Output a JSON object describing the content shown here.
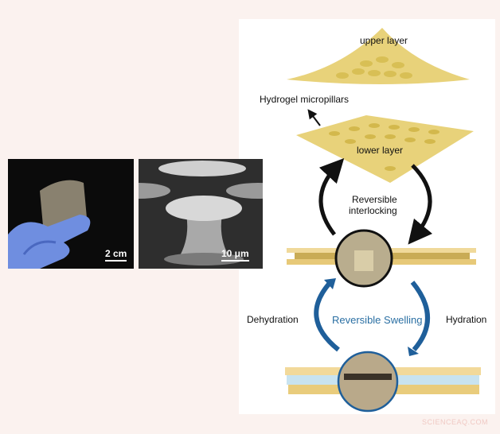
{
  "photos": {
    "flexible_film_scale": "2 cm",
    "sem_scale": "10 μm"
  },
  "diagram": {
    "upper_layer": "upper layer",
    "micropillars": "Hydrogel micropillars",
    "lower_layer": "lower layer",
    "interlocking": [
      "Reversible",
      "interlocking"
    ],
    "dehydration": "Dehydration",
    "swelling": "Reversible Swelling",
    "hydration": "Hydration"
  },
  "watermark": "SCIENCEAQ.COM",
  "colors": {
    "background": "#fbf2ef",
    "layer": "#e8d27a",
    "swelling": "#2a6fa3",
    "arrow_blue": "#1f5f9a"
  }
}
